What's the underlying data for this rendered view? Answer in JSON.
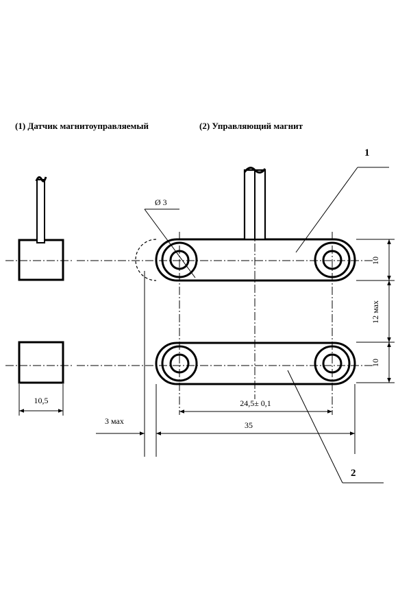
{
  "captions": {
    "sensor": "(1) Датчик магнитоуправляемый",
    "magnet": "(2) Управляющий магнит"
  },
  "callouts": {
    "item_1": "1",
    "item_2": "2"
  },
  "dimensions": {
    "hole_diameter": "Ø 3",
    "sensor_width": "10,5",
    "bar_height_top": "10",
    "gap": "12 мах",
    "bar_height_bottom": "10",
    "hole_spacing": "24,5± 0,1",
    "bar_length": "35",
    "offset": "3 мах"
  }
}
